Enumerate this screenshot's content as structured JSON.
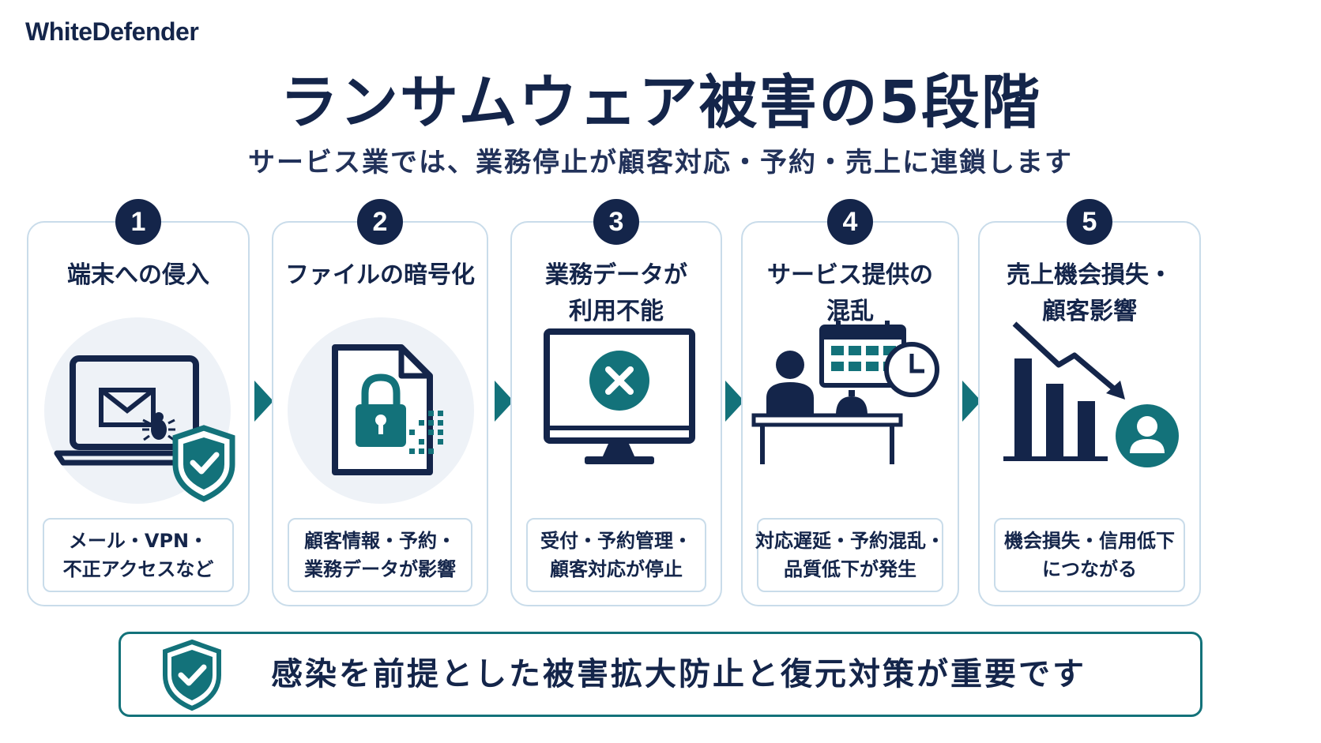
{
  "brand": "WhiteDefender",
  "title": "ランサムウェア被害の5段階",
  "subtitle": "サービス業では、業務停止が顧客対応・予約・売上に連鎖します",
  "colors": {
    "navy": "#14254a",
    "teal": "#13727a",
    "border": "#c9dcea",
    "circle_bg": "#eef2f7"
  },
  "stages": [
    {
      "number": "1",
      "title": "端末への侵入",
      "icon": "laptop-mail-bug-shield-icon",
      "desc": [
        "メール・VPN・",
        "不正アクセスなど"
      ]
    },
    {
      "number": "2",
      "title": "ファイルの暗号化",
      "icon": "encrypted-file-lock-icon",
      "desc": [
        "顧客情報・予約・",
        "業務データが影響"
      ]
    },
    {
      "number": "3",
      "title": "業務データが\n利用不能",
      "icon": "monitor-error-icon",
      "desc": [
        "受付・予約管理・",
        "顧客対応が停止"
      ]
    },
    {
      "number": "4",
      "title": "サービス提供の\n混乱",
      "icon": "reception-calendar-clock-icon",
      "desc": [
        "対応遅延・予約混乱・",
        "品質低下が発生"
      ]
    },
    {
      "number": "5",
      "title": "売上機会損失・\n顧客影響",
      "icon": "declining-chart-user-icon",
      "desc": [
        "機会損失・信用低下",
        "につながる"
      ]
    }
  ],
  "banner": {
    "icon": "shield-check-icon",
    "text": "感染を前提とした被害拡大防止と復元対策が重要です"
  }
}
